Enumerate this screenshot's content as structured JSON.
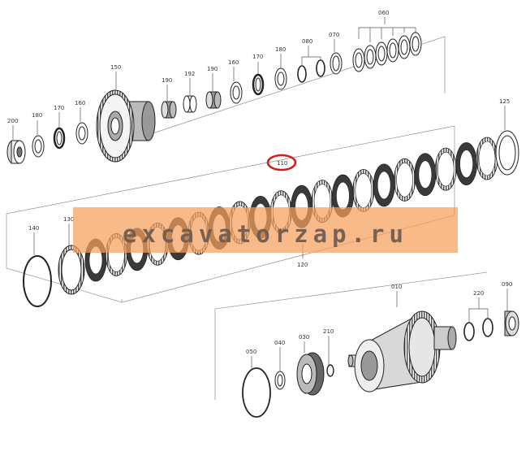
{
  "diagram": {
    "highlighted_part": "110",
    "watermark": "excavatorzap.ru",
    "colors": {
      "highlight": "#cc1f1f",
      "watermark_band": "#f5a05a",
      "line": "#555555"
    }
  },
  "labels": {
    "p060": "060",
    "p080": "080",
    "p070": "070",
    "p180a": "180",
    "p170a": "170",
    "p160a": "160",
    "p190a": "190",
    "p192": "192",
    "p190b": "190",
    "p150": "150",
    "p200": "200",
    "p180b": "180",
    "p170b": "170",
    "p160b": "160",
    "p125": "125",
    "p110": "110",
    "p130": "130",
    "p140": "140",
    "p120": "120",
    "p010": "010",
    "p220": "220",
    "p090": "090",
    "p050": "050",
    "p040": "040",
    "p030": "030",
    "p210": "210"
  }
}
